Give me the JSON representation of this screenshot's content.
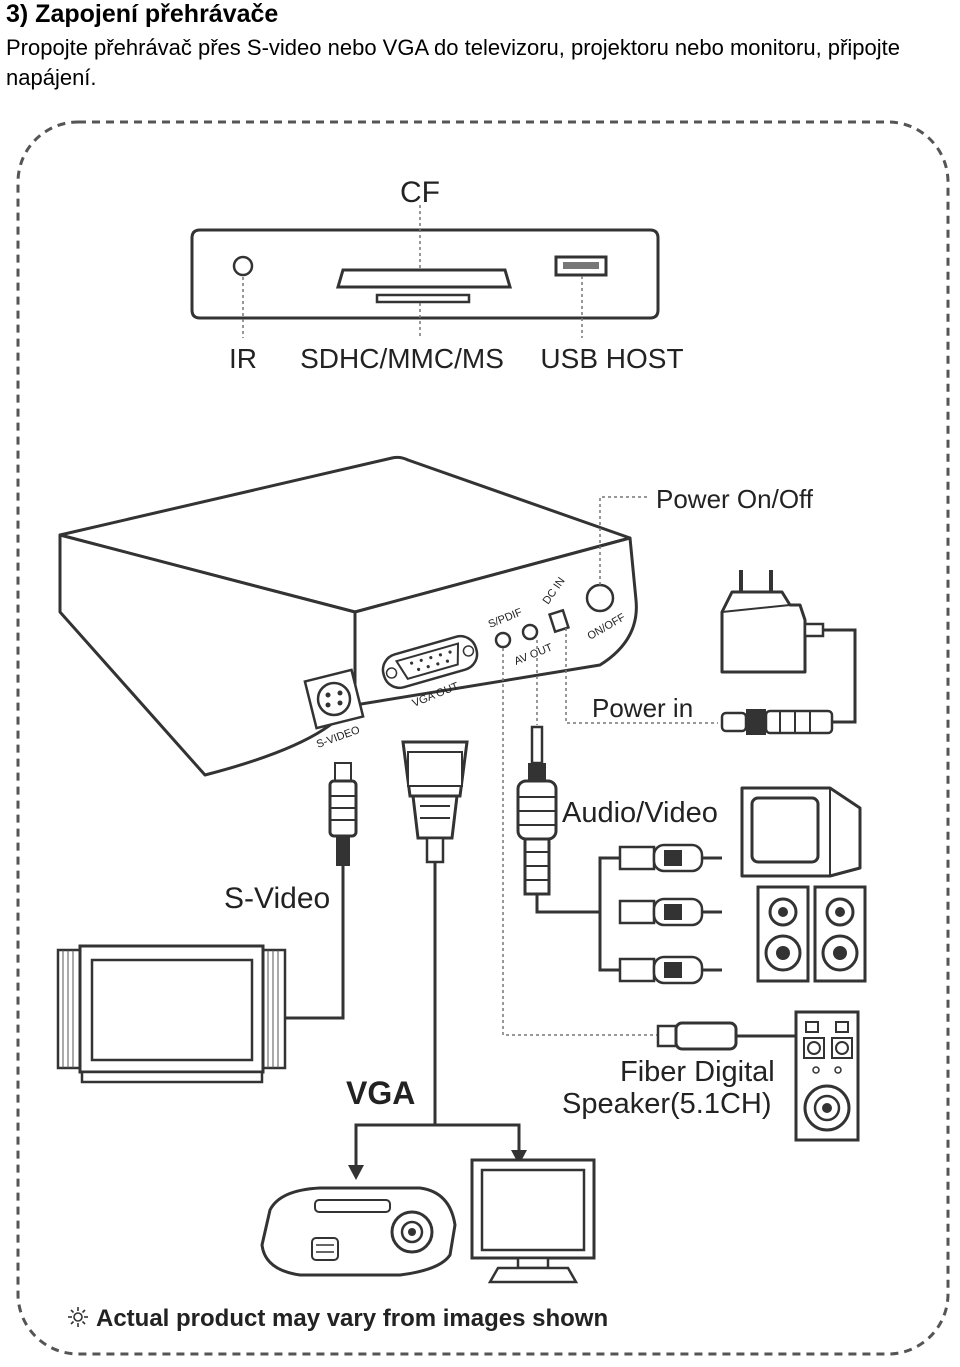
{
  "heading": "3) Zapojení přehrávače",
  "intro": "Propojte přehrávač přes S-video nebo VGA do televizoru, projektoru nebo monitoru, připojte napájení.",
  "labels": {
    "cf": "CF",
    "ir": "IR",
    "sdhc": "SDHC/MMC/MS",
    "usb": "USB HOST",
    "power_onoff": "Power On/Off",
    "power_in": "Power in",
    "audio_video": "Audio/Video",
    "s_video": "S-Video",
    "vga": "VGA",
    "fiber_line1": "Fiber Digital",
    "fiber_line2": "Speaker(5.1CH)",
    "disclaimer": "Actual product may vary from images shown"
  },
  "port_labels": {
    "s_video": "S-VIDEO",
    "vga_out": "VGA OUT",
    "spdif": "S/PDIF",
    "av_out": "AV OUT",
    "dc_in": "DC IN",
    "onoff": "ON/OFF"
  },
  "icons": {
    "disclaimer": "sun-icon"
  }
}
